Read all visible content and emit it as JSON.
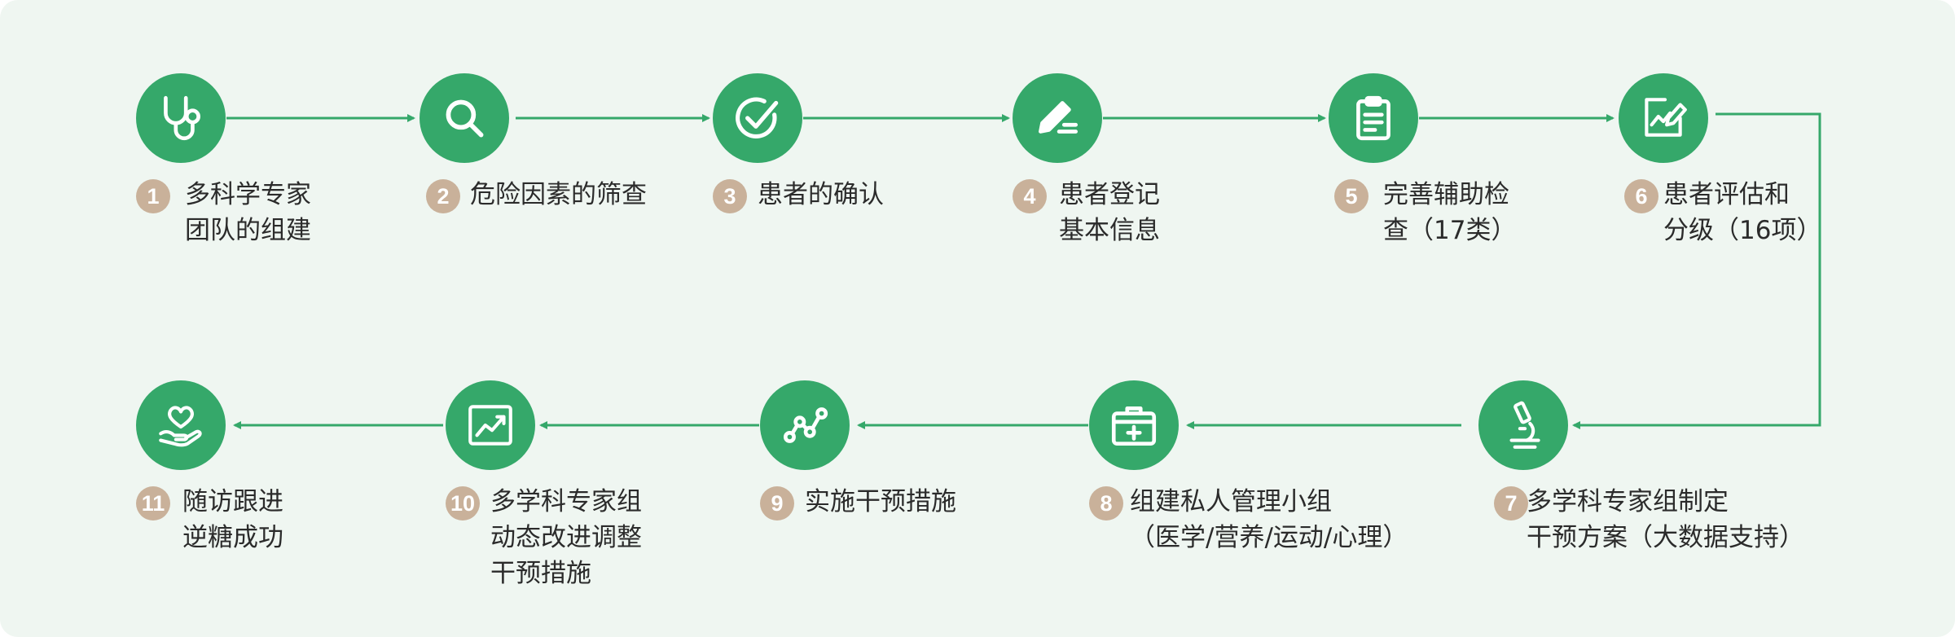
{
  "colors": {
    "panel_background": "#eff6f1",
    "circle_fill": "#35a86a",
    "arrow": "#35a86a",
    "number_badge": "#c9b19a",
    "text": "#2b2b2b"
  },
  "steps": [
    {
      "number": "1",
      "icon": "stethoscope-icon",
      "line1": "多科学专家",
      "line2": "团队的组建",
      "line3": ""
    },
    {
      "number": "2",
      "icon": "magnifier-icon",
      "line1": "危险因素的筛查",
      "line2": "",
      "line3": ""
    },
    {
      "number": "3",
      "icon": "check-circle-icon",
      "line1": "患者的确认",
      "line2": "",
      "line3": ""
    },
    {
      "number": "4",
      "icon": "pen-edit-icon",
      "line1": "患者登记",
      "line2": "基本信息",
      "line3": ""
    },
    {
      "number": "5",
      "icon": "clipboard-icon",
      "line1": "完善辅助检",
      "line2": "查（17类）",
      "line3": ""
    },
    {
      "number": "6",
      "icon": "chart-edit-icon",
      "line1": "患者评估和",
      "line2": "分级（16项）",
      "line3": ""
    },
    {
      "number": "7",
      "icon": "microscope-icon",
      "line1": "多学科专家组制定",
      "line2": "干预方案（大数据支持）",
      "line3": ""
    },
    {
      "number": "8",
      "icon": "medical-kit-icon",
      "line1": "组建私人管理小组",
      "line2": "（医学/营养/运动/心理）",
      "line3": ""
    },
    {
      "number": "9",
      "icon": "trend-nodes-icon",
      "line1": "实施干预措施",
      "line2": "",
      "line3": ""
    },
    {
      "number": "10",
      "icon": "growth-chart-icon",
      "line1": "多学科专家组",
      "line2": "动态改进调整",
      "line3": "干预措施"
    },
    {
      "number": "11",
      "icon": "heart-hand-icon",
      "line1": "随访跟进",
      "line2": "逆糖成功",
      "line3": ""
    }
  ]
}
